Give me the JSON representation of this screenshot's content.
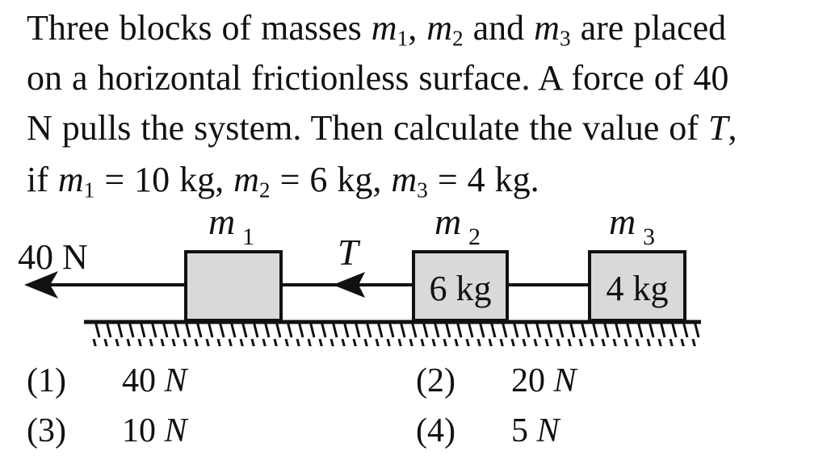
{
  "question": {
    "l1_a": "Three blocks of masses ",
    "l1_m": "m",
    "l1_s1": "1",
    "l1_comma": ", ",
    "l1_s2": "2",
    "l1_and": " and ",
    "l1_s3": "3",
    "l1_end": " are placed",
    "l2": "on a horizontal frictionless surface. A force of 40",
    "l3_a": "N pulls the system. Then calculate the value of ",
    "l3_T": "T",
    "l3_end": ",",
    "l4_if": "if  ",
    "l4_m": "m",
    "l4_s1": "1",
    "l4_v1": " = 10 kg, ",
    "l4_s2": "2",
    "l4_v2": " = 6 kg, ",
    "l4_s3": "3",
    "l4_v3": " = 4 kg."
  },
  "diagram": {
    "force_label": "40 N",
    "tension_label": "T",
    "m1": {
      "sym": "m",
      "sub": "1",
      "box_text": ""
    },
    "m2": {
      "sym": "m",
      "sub": "2",
      "box_text": "6 kg"
    },
    "m3": {
      "sym": "m",
      "sub": "3",
      "box_text": "4 kg"
    },
    "block_fill": "#d9d9d9",
    "line_color": "#111111"
  },
  "options": [
    {
      "num": "(1)",
      "value": "40",
      "unit": "N"
    },
    {
      "num": "(2)",
      "value": "20",
      "unit": "N"
    },
    {
      "num": "(3)",
      "value": "10",
      "unit": "N"
    },
    {
      "num": "(4)",
      "value": "5",
      "unit": "N"
    }
  ]
}
